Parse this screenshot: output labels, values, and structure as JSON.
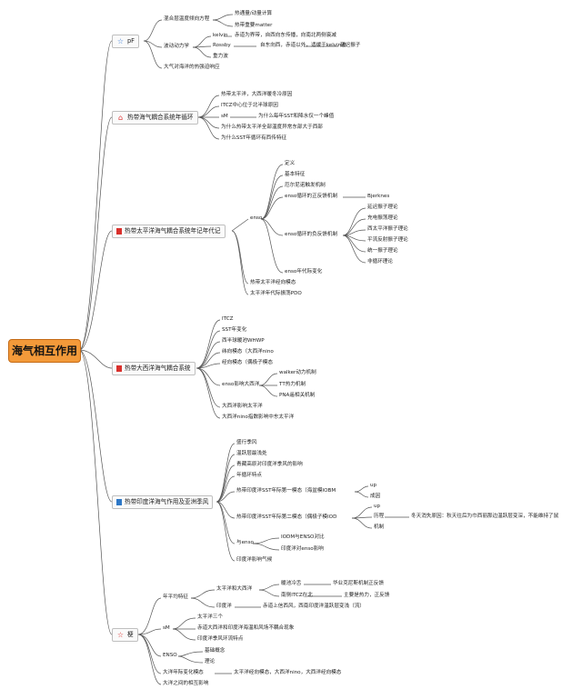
{
  "root": {
    "label": "海气相互作用"
  },
  "sections": {
    "pf": {
      "label": "pF",
      "n1": "混合层温度倾向方程",
      "n1a": "热通量/动量计算",
      "n1b": "热带重要matter",
      "n2": "波动动力学",
      "kelvin": "kelvin",
      "kelvin_desc": "赤道为界带，自西向东传播，向南北两侧衰减",
      "rossby": "Rossby",
      "rossby_desc": "自东向西，赤道以外，适缓于kelvin波",
      "delay": "延迟振子",
      "gravity": "重力波",
      "n3": "大气对海洋的热强迫响应"
    },
    "tropical": {
      "label": "热带海气耦合系统年循环",
      "i1": "热带太平洋，大西洋暖冬冷原因",
      "i2": "ITCZ中心位于北半球原因",
      "i3": "sM",
      "i3_desc": "为什么每年SST和降水仅一个峰值",
      "i4": "为什么热带太平洋全部温度异常东部大于西部",
      "i5": "为什么SST年循环有西传特征"
    },
    "pacific": {
      "label": "热带太平洋海气耦合系统年记年代记",
      "enso": "enso",
      "e1": "定义",
      "e2": "基本特征",
      "e3": "厄尔尼诺触发机制",
      "e4": "enso循环的正反馈机制",
      "bjerknes": "Bjerknes",
      "e5": "enso循环的负反馈机制",
      "m1": "延迟振子理论",
      "m2": "充电振荡理论",
      "m3": "西太平洋振子理论",
      "m4": "平流反射振子理论",
      "m5": "统一振子理论",
      "m6": "非循环理论",
      "e6": "enso年代际变化",
      "p2": "热带太平洋经向模态",
      "p3": "太平洋年代际振荡PDO"
    },
    "atlantic": {
      "label": "热带大西洋海气耦合系统",
      "a1": "ITCZ",
      "a2": "SST年变化",
      "a3": "西半球暖池WHWP",
      "a4": "纬向模态（大西洋nino",
      "a5": "经向模态（偶极子模态",
      "a6": "enso影响大西洋",
      "w1": "walker动力机制",
      "w2": "TT热力机制",
      "w3": "PNA遥相关机制",
      "a7": "大西洋影响太平洋",
      "a8": "大西洋nino指数影响中东太平洋"
    },
    "indian": {
      "label": "热带印度洋海气作用及亚洲季风",
      "d1": "盛行季风",
      "d2": "温跃层最浅处",
      "d3": "青藏高原对印度洋季风的影响",
      "d4": "年循环特点",
      "d5": "热带印度洋SST年际第一模态（海盆模IOBM",
      "up1": "up",
      "cause1": "成因",
      "d6": "热带印度洋SST年际第二模态（偶极子模IOD",
      "up2": "up",
      "history": "历程",
      "history_desc": "冬天消失原因：秋天往后为巾西丽那边温跃层变深，不能维持了鼠",
      "mech": "机制",
      "d7": "与enso",
      "c1": "IODM与ENSO对比",
      "c2": "印度洋对enso影响",
      "d8": "印度洋影响气候"
    },
    "summary": {
      "label": "梗",
      "s1": "年平均特征",
      "s1a": "太平洋和大西洋",
      "warm": "暖池冷舌",
      "warm_desc": "华业克尼斯机制正反馈",
      "itcz": "南侧ITCZ在北",
      "itcz_desc": "主要是热力，正反馈",
      "s1b": "印度洋",
      "s1b_desc": "赤道上信西风，西南印度洋温跃层变浅（流）",
      "s2": "sM",
      "s2a": "太平洋三个",
      "s2b": "赤道大西洋和印度洋海温和风场不耦合现象",
      "s2c": "印度洋季风环流特点",
      "s3": "ENSO",
      "s3a": "基础概念",
      "s3b": "理论",
      "s4": "大洋年际变化模态",
      "s4_desc": "太平洋经向模态，大西洋nino，大西洋经向模态",
      "s5": "大洋之间的相互影响"
    }
  },
  "colors": {
    "root": "#f39a3a",
    "line": "#555555",
    "flag_red": "#d9302c",
    "flag_blue": "#2e78c7",
    "star": "#3a7bd5"
  }
}
